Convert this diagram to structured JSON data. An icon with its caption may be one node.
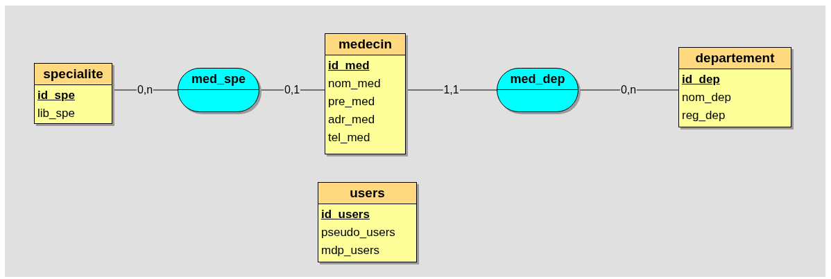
{
  "diagram": {
    "nodes": [
      {
        "text": [
          "specialite",
          "id_spe",
          "lib_spe"
        ]
      },
      {
        "text": [
          "med_spe"
        ]
      },
      {
        "text": [
          "medecin",
          "id_med",
          "nom_med",
          "pre_med",
          "adr_med",
          "tel_med"
        ]
      },
      {
        "text": [
          "med_dep"
        ]
      },
      {
        "text": [
          "departement",
          "id_dep",
          "nom_dep",
          "reg_dep"
        ]
      },
      {
        "text": [
          "users",
          "id_users",
          "pseudo_users",
          "mdp_users"
        ]
      }
    ],
    "edges": [
      {
        "from": 0,
        "to": 1,
        "arrow": "none",
        "label": "0,n"
      },
      {
        "from": 1,
        "to": 2,
        "arrow": "none",
        "label": "0,1"
      },
      {
        "from": 2,
        "to": 3,
        "arrow": "none",
        "label": "1,1"
      },
      {
        "from": 3,
        "to": 4,
        "arrow": "none",
        "label": "0,n"
      }
    ]
  }
}
